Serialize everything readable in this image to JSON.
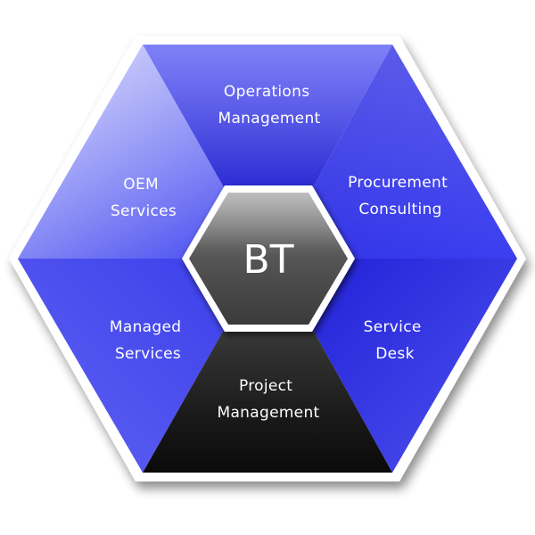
{
  "center": {
    "label": "BT"
  },
  "segments": [
    {
      "id": "top",
      "lines": [
        "Operations",
        "Management"
      ]
    },
    {
      "id": "upper-right",
      "lines": [
        "Procurement",
        "Consulting"
      ]
    },
    {
      "id": "lower-right",
      "lines": [
        "Service",
        "Desk"
      ]
    },
    {
      "id": "bottom",
      "lines": [
        "Project",
        "Management"
      ]
    },
    {
      "id": "lower-left",
      "lines": [
        "Managed",
        "Services"
      ]
    },
    {
      "id": "upper-left",
      "lines": [
        "OEM",
        "Services"
      ]
    }
  ],
  "colors": {
    "outline": "#ffffff",
    "blue_light": "#9ea3f7",
    "blue_mid": "#4a4ef0",
    "blue_deep": "#1f1fd6",
    "black_segment": "#151515",
    "center_gray": "#6a6a6a"
  }
}
